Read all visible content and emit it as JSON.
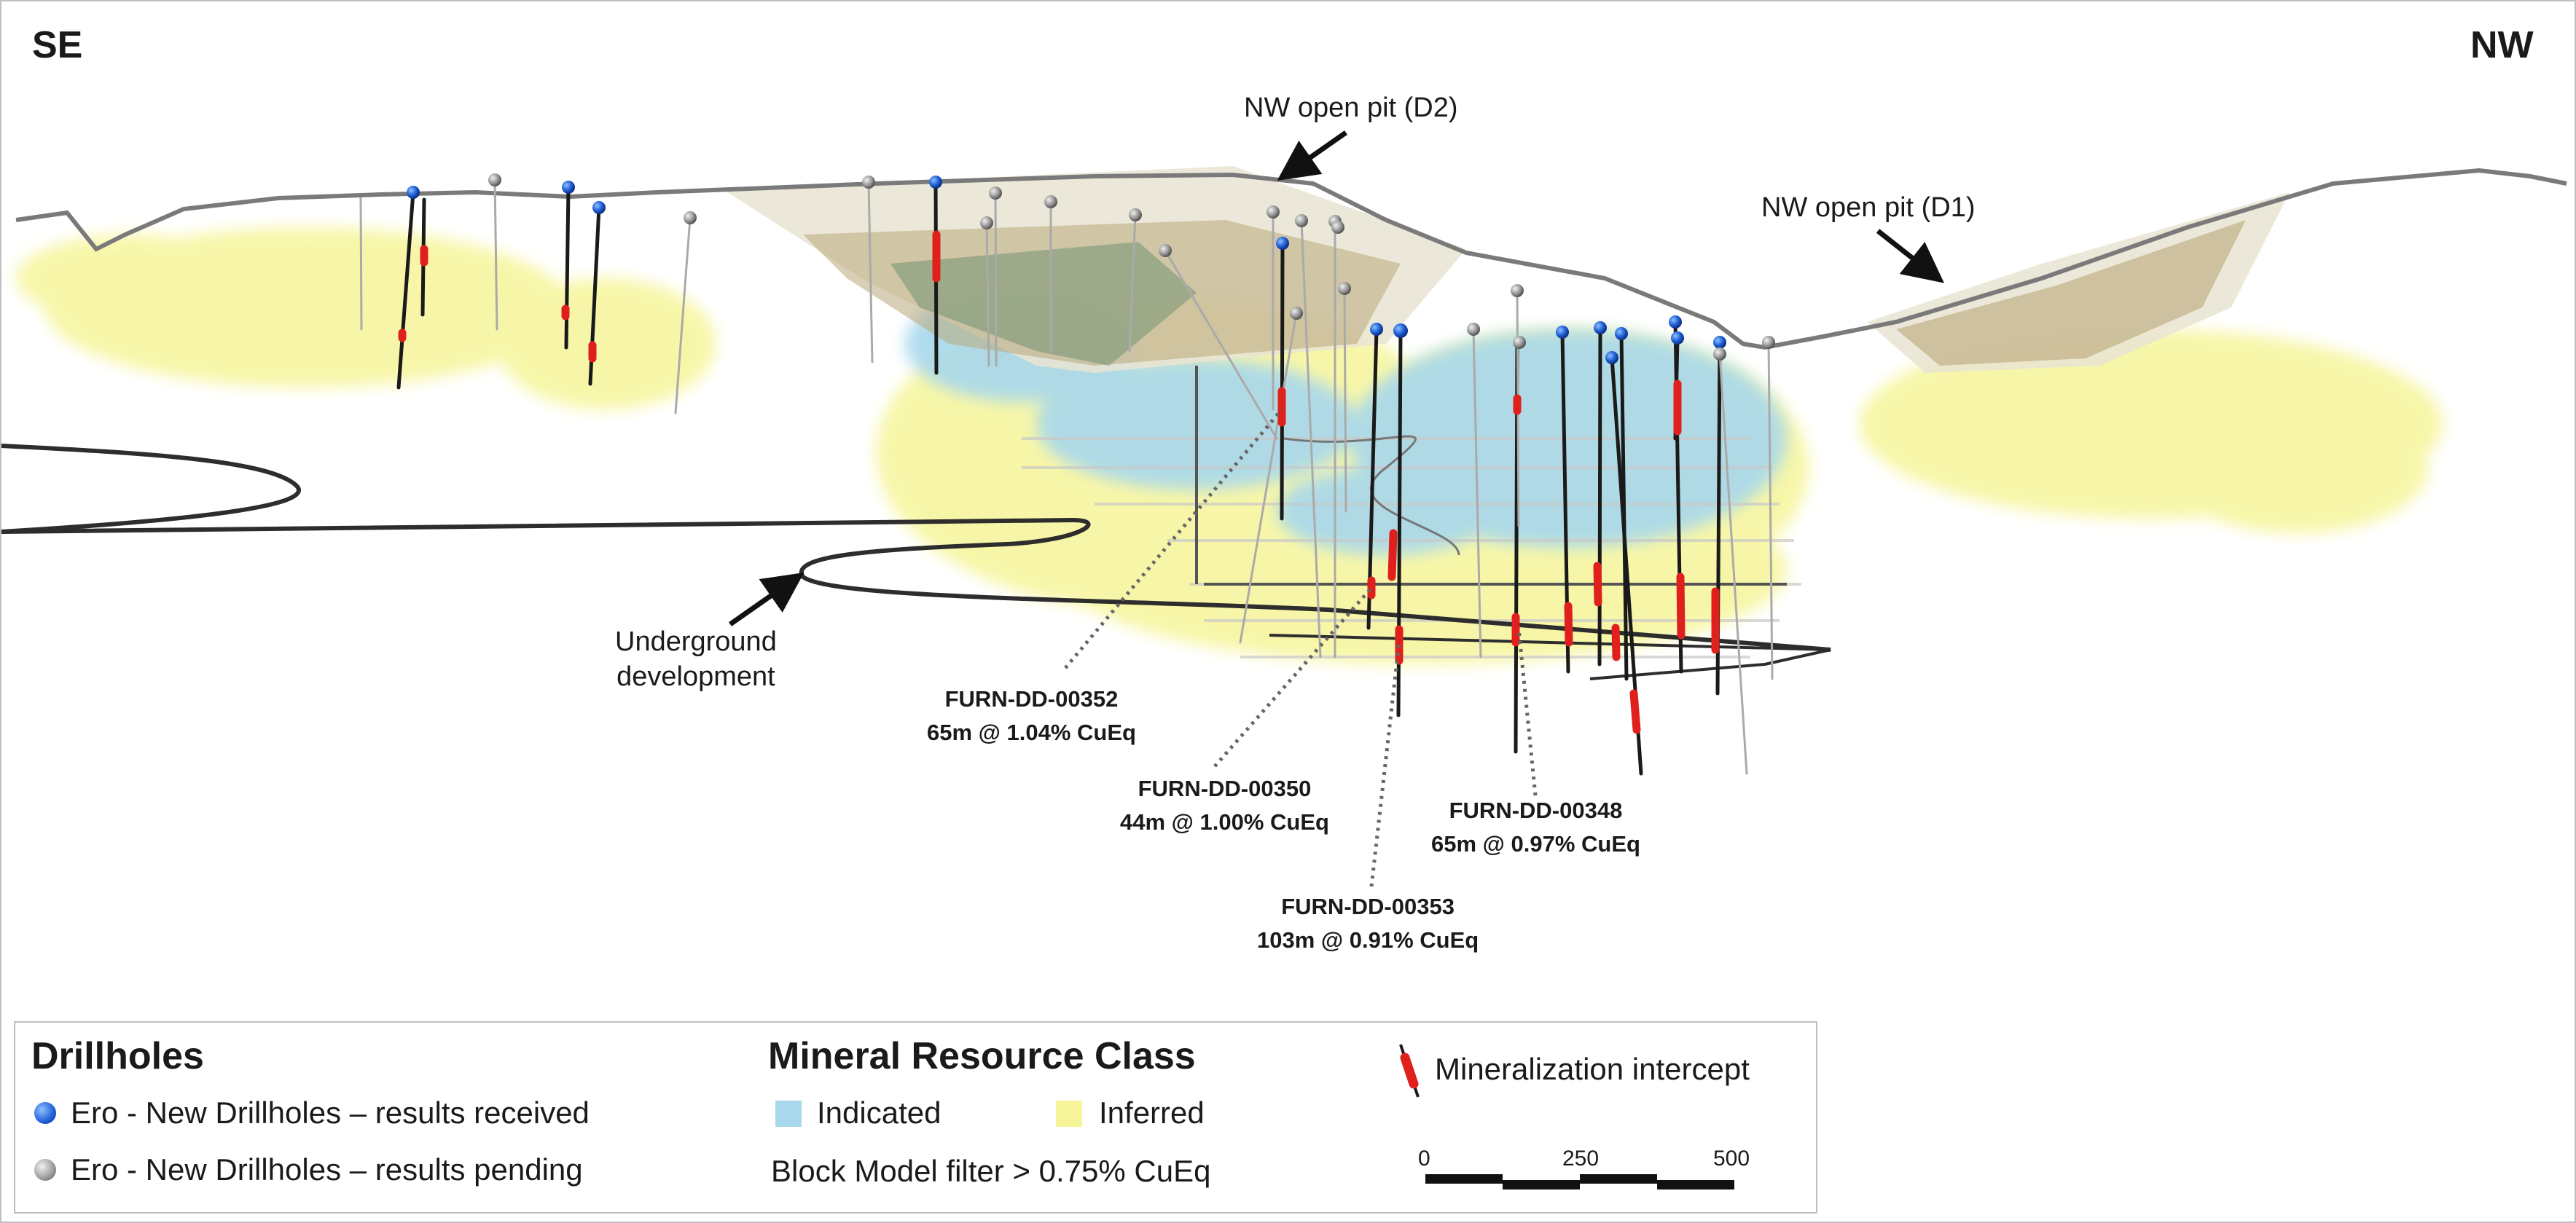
{
  "directions": {
    "left": "SE",
    "right": "NW"
  },
  "callouts": {
    "pit_d2": "NW open pit (D2)",
    "pit_d1": "NW open pit (D1)",
    "underground_line1": "Underground",
    "underground_line2": "development"
  },
  "intercepts": [
    {
      "hole": "FURN-DD-00352",
      "result": "65m @ 1.04% CuEq"
    },
    {
      "hole": "FURN-DD-00350",
      "result": "44m @ 1.00% CuEq"
    },
    {
      "hole": "FURN-DD-00348",
      "result": "65m @ 0.97% CuEq"
    },
    {
      "hole": "FURN-DD-00353",
      "result": "103m @ 0.91% CuEq"
    }
  ],
  "legend": {
    "drillholes_title": "Drillholes",
    "received": "Ero - New Drillholes – results received",
    "pending": "Ero - New Drillholes – results pending",
    "resource_title": "Mineral Resource Class",
    "indicated": "Indicated",
    "inferred": "Inferred",
    "filter": "Block Model filter > 0.75% CuEq",
    "intercept": "Mineralization intercept",
    "scale_labels": [
      "0",
      "250",
      "500"
    ]
  },
  "colors": {
    "indicated": "#a8d8ec",
    "inferred": "#f6f59a",
    "received_ball": "#1f5fd6",
    "pending_ball": "#9a9a9a",
    "intercept": "#e0201c",
    "pit_fill": "#e9e4d2",
    "pit_mid": "#b9a77a"
  }
}
